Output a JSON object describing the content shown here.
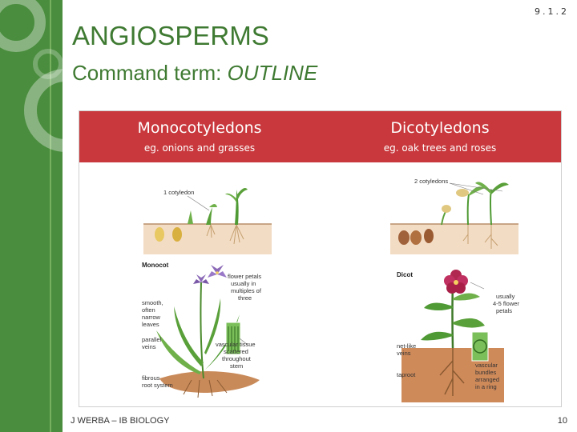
{
  "header": {
    "page_code": "9.1.2",
    "title": "ANGIOSPERMS",
    "subtitle_prefix": "Command term: ",
    "subtitle_term": "OUTLINE"
  },
  "comparison": {
    "monocot": {
      "heading": "Monocotyledons",
      "example": "eg. onions and grasses",
      "figure_title": "Monocot",
      "cotyledon_label": "1 cotyledon",
      "labels": {
        "flower_1": "flower petals",
        "flower_2": "usually in",
        "flower_3": "multiples of",
        "flower_4": "three",
        "leaves_1": "smooth,",
        "leaves_2": "often",
        "leaves_3": "narrow",
        "leaves_4": "leaves",
        "veins_1": "parallel",
        "veins_2": "veins",
        "tissue_1": "vascular tissue",
        "tissue_2": "scattered",
        "tissue_3": "throughout",
        "tissue_4": "stem",
        "root_1": "fibrous",
        "root_2": "root system"
      }
    },
    "dicot": {
      "heading": "Dicotyledons",
      "example": "eg. oak trees and roses",
      "figure_title": "Dicot",
      "cotyledon_label": "2 cotyledons",
      "labels": {
        "flower_1": "usually",
        "flower_2": "4-5 flower",
        "flower_3": "petals",
        "veins_1": "net-like",
        "veins_2": "veins",
        "bundles_1": "vascular",
        "bundles_2": "bundles",
        "bundles_3": "arranged",
        "bundles_4": "in a ring",
        "root": "taproot"
      }
    }
  },
  "footer": {
    "author": "J WERBA – IB BIOLOGY",
    "slide_number": "10"
  },
  "colors": {
    "accent_green": "#4a8d3e",
    "title_green": "#3f7a32",
    "header_red": "#c8383c"
  }
}
